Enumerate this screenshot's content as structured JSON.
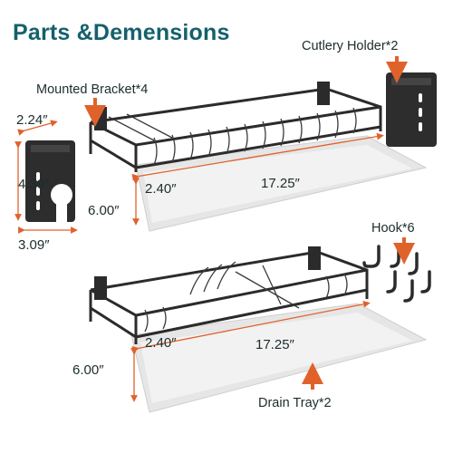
{
  "title": "Parts &Demensions",
  "labels": {
    "cutlery_holder": "Cutlery Holder*2",
    "mounted_bracket": "Mounted Bracket*4",
    "hook": "Hook*6",
    "drain_tray": "Drain Tray*2"
  },
  "dimensions": {
    "holder_depth": "2.24″",
    "holder_height": "4.39″",
    "holder_width": "3.09″",
    "rack1_depth_a": "2.40″",
    "rack1_length": "17.25″",
    "rack1_depth_b": "6.00″",
    "rack2_depth_a": "2.40″",
    "rack2_length": "17.25″",
    "rack2_depth_b": "6.00″"
  },
  "colors": {
    "title": "#14616c",
    "arrow": "#e0622b",
    "metal": "#2b2b2b",
    "tray": "#e8e8e8"
  }
}
